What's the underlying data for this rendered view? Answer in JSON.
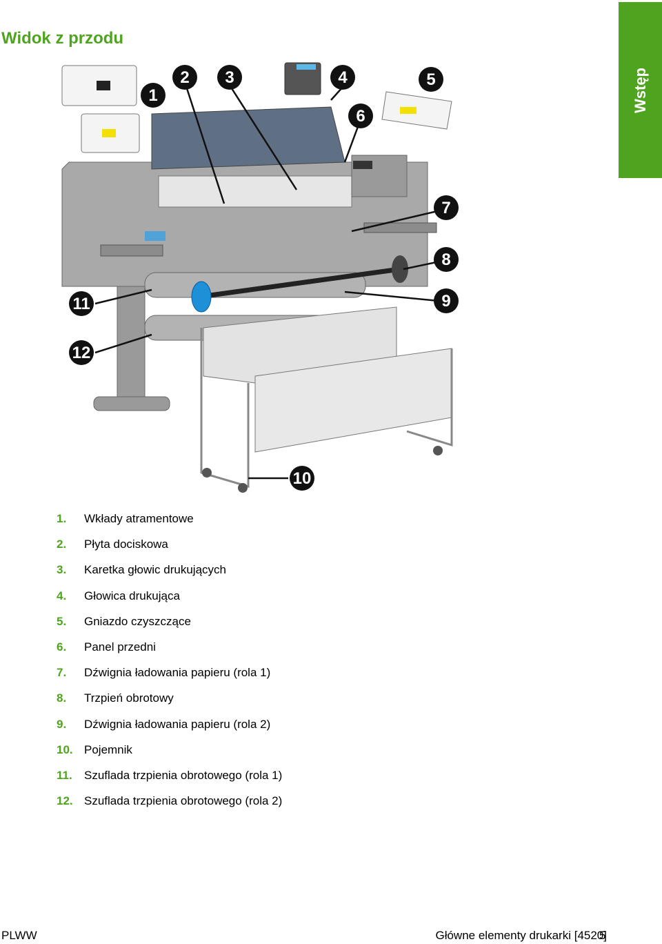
{
  "side_tab": {
    "label": "Wstęp"
  },
  "title": "Widok z przodu",
  "figure": {
    "callouts": [
      "1",
      "2",
      "3",
      "4",
      "5",
      "6",
      "7",
      "8",
      "9",
      "10",
      "11",
      "12"
    ]
  },
  "parts": [
    {
      "num": "1.",
      "label": "Wkłady atramentowe"
    },
    {
      "num": "2.",
      "label": "Płyta dociskowa"
    },
    {
      "num": "3.",
      "label": "Karetka głowic drukujących"
    },
    {
      "num": "4.",
      "label": "Głowica drukująca"
    },
    {
      "num": "5.",
      "label": "Gniazdo czyszczące"
    },
    {
      "num": "6.",
      "label": "Panel przedni"
    },
    {
      "num": "7.",
      "label": "Dźwignia ładowania papieru (rola 1)"
    },
    {
      "num": "8.",
      "label": "Trzpień obrotowy"
    },
    {
      "num": "9.",
      "label": "Dźwignia ładowania papieru (rola 2)"
    },
    {
      "num": "10.",
      "label": "Pojemnik"
    },
    {
      "num": "11.",
      "label": "Szuflada trzpienia obrotowego (rola 1)"
    },
    {
      "num": "12.",
      "label": "Szuflada trzpienia obrotowego (rola 2)"
    }
  ],
  "footer": {
    "left": "PLWW",
    "right": "Główne elementy drukarki [4520]",
    "page": "5"
  },
  "colors": {
    "accent": "#4fa41f",
    "spindle_blue": "#1e90d8"
  }
}
